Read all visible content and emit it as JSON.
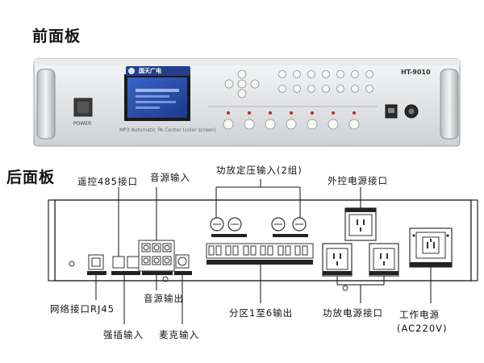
{
  "front": {
    "heading": "前面板",
    "brand": "国天广电",
    "model": "HT-9010",
    "power_label": "POWER",
    "screen_caption": "MP3 Automatic PA Center (color screen)"
  },
  "rear": {
    "heading": "后面板",
    "labels": {
      "rs485": "遥控485接口",
      "audio_in": "音源输入",
      "amp_const_voltage_in": "功放定压输入(2组)",
      "ext_ctrl_power": "外控电源接口",
      "rj45": "网络接口RJ45",
      "audio_out": "音源输出",
      "zone_out": "分区1至6输出",
      "amp_power": "功放电源接口",
      "work_power": "工作电源",
      "work_power_spec": "(AC220V)",
      "force_in": "强插输入",
      "mic_in": "麦克输入"
    }
  }
}
